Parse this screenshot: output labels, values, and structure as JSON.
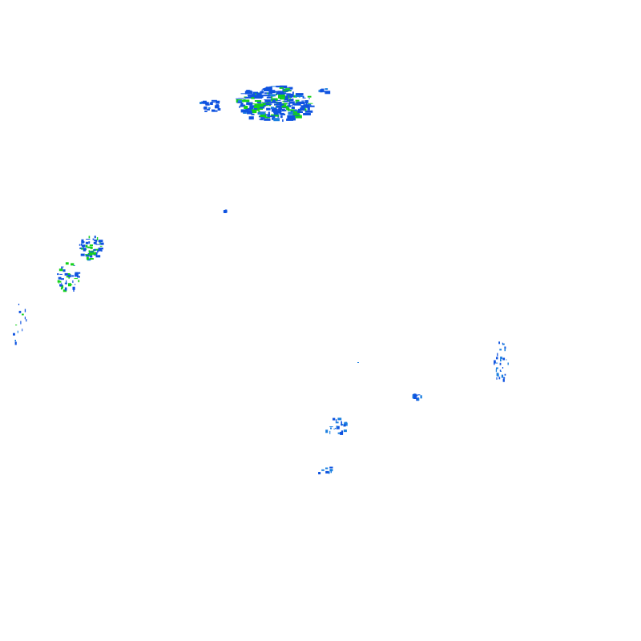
{
  "map": {
    "type": "radar-reflectivity-overlay",
    "background_color": "#ffffff",
    "palette": {
      "light": "#0f53e0",
      "moderate": "#14d21a",
      "mid": "#1a7fe0"
    },
    "echo_regions": [
      "north-cluster-west",
      "north-cluster-main",
      "north-cluster-east",
      "isolated-cell",
      "west-cell-upper",
      "west-cell-lower",
      "far-west-fragments",
      "east-line",
      "southeast-fragment-1",
      "southeast-fragment-2",
      "southeast-fragment-3"
    ]
  }
}
